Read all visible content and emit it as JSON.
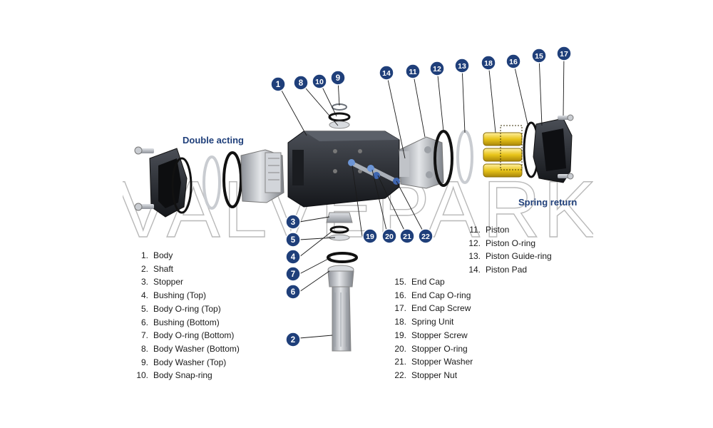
{
  "headings": {
    "double_acting": "Double acting",
    "spring_return": "Spring return"
  },
  "watermark": "VALVEPARK",
  "callouts": [
    "1",
    "2",
    "3",
    "4",
    "5",
    "6",
    "7",
    "8",
    "9",
    "10",
    "11",
    "12",
    "13",
    "14",
    "15",
    "16",
    "17",
    "18",
    "19",
    "20",
    "21",
    "22"
  ],
  "legend_left": [
    {
      "num": "1.",
      "label": "Body"
    },
    {
      "num": "2.",
      "label": "Shaft"
    },
    {
      "num": "3.",
      "label": "Stopper"
    },
    {
      "num": "4.",
      "label": "Bushing (Top)"
    },
    {
      "num": "5.",
      "label": "Body O-ring (Top)"
    },
    {
      "num": "6.",
      "label": "Bushing (Bottom)"
    },
    {
      "num": "7.",
      "label": "Body O-ring (Bottom)"
    },
    {
      "num": "8.",
      "label": "Body Washer (Bottom)"
    },
    {
      "num": "9.",
      "label": "Body Washer (Top)"
    },
    {
      "num": "10.",
      "label": "Body Snap-ring"
    }
  ],
  "legend_middle": [
    {
      "num": "15.",
      "label": "End Cap"
    },
    {
      "num": "16.",
      "label": "End Cap O-ring"
    },
    {
      "num": "17.",
      "label": "End Cap Screw"
    },
    {
      "num": "18.",
      "label": "Spring Unit"
    },
    {
      "num": "19.",
      "label": "Stopper Screw"
    },
    {
      "num": "20.",
      "label": "Stopper O-ring"
    },
    {
      "num": "21.",
      "label": "Stopper Washer"
    },
    {
      "num": "22.",
      "label": "Stopper Nut"
    }
  ],
  "legend_right": [
    {
      "num": "11.",
      "label": "Piston"
    },
    {
      "num": "12.",
      "label": "Piston O-ring"
    },
    {
      "num": "13.",
      "label": "Piston Guide-ring"
    },
    {
      "num": "14.",
      "label": "Piston Pad"
    }
  ],
  "colors": {
    "callout_fill": "#1f3f7a",
    "heading": "#1f3f7a",
    "metal": "#b8bcc2",
    "body_dark": "#2a2d33",
    "spring_yellow": "#e8c41a"
  }
}
